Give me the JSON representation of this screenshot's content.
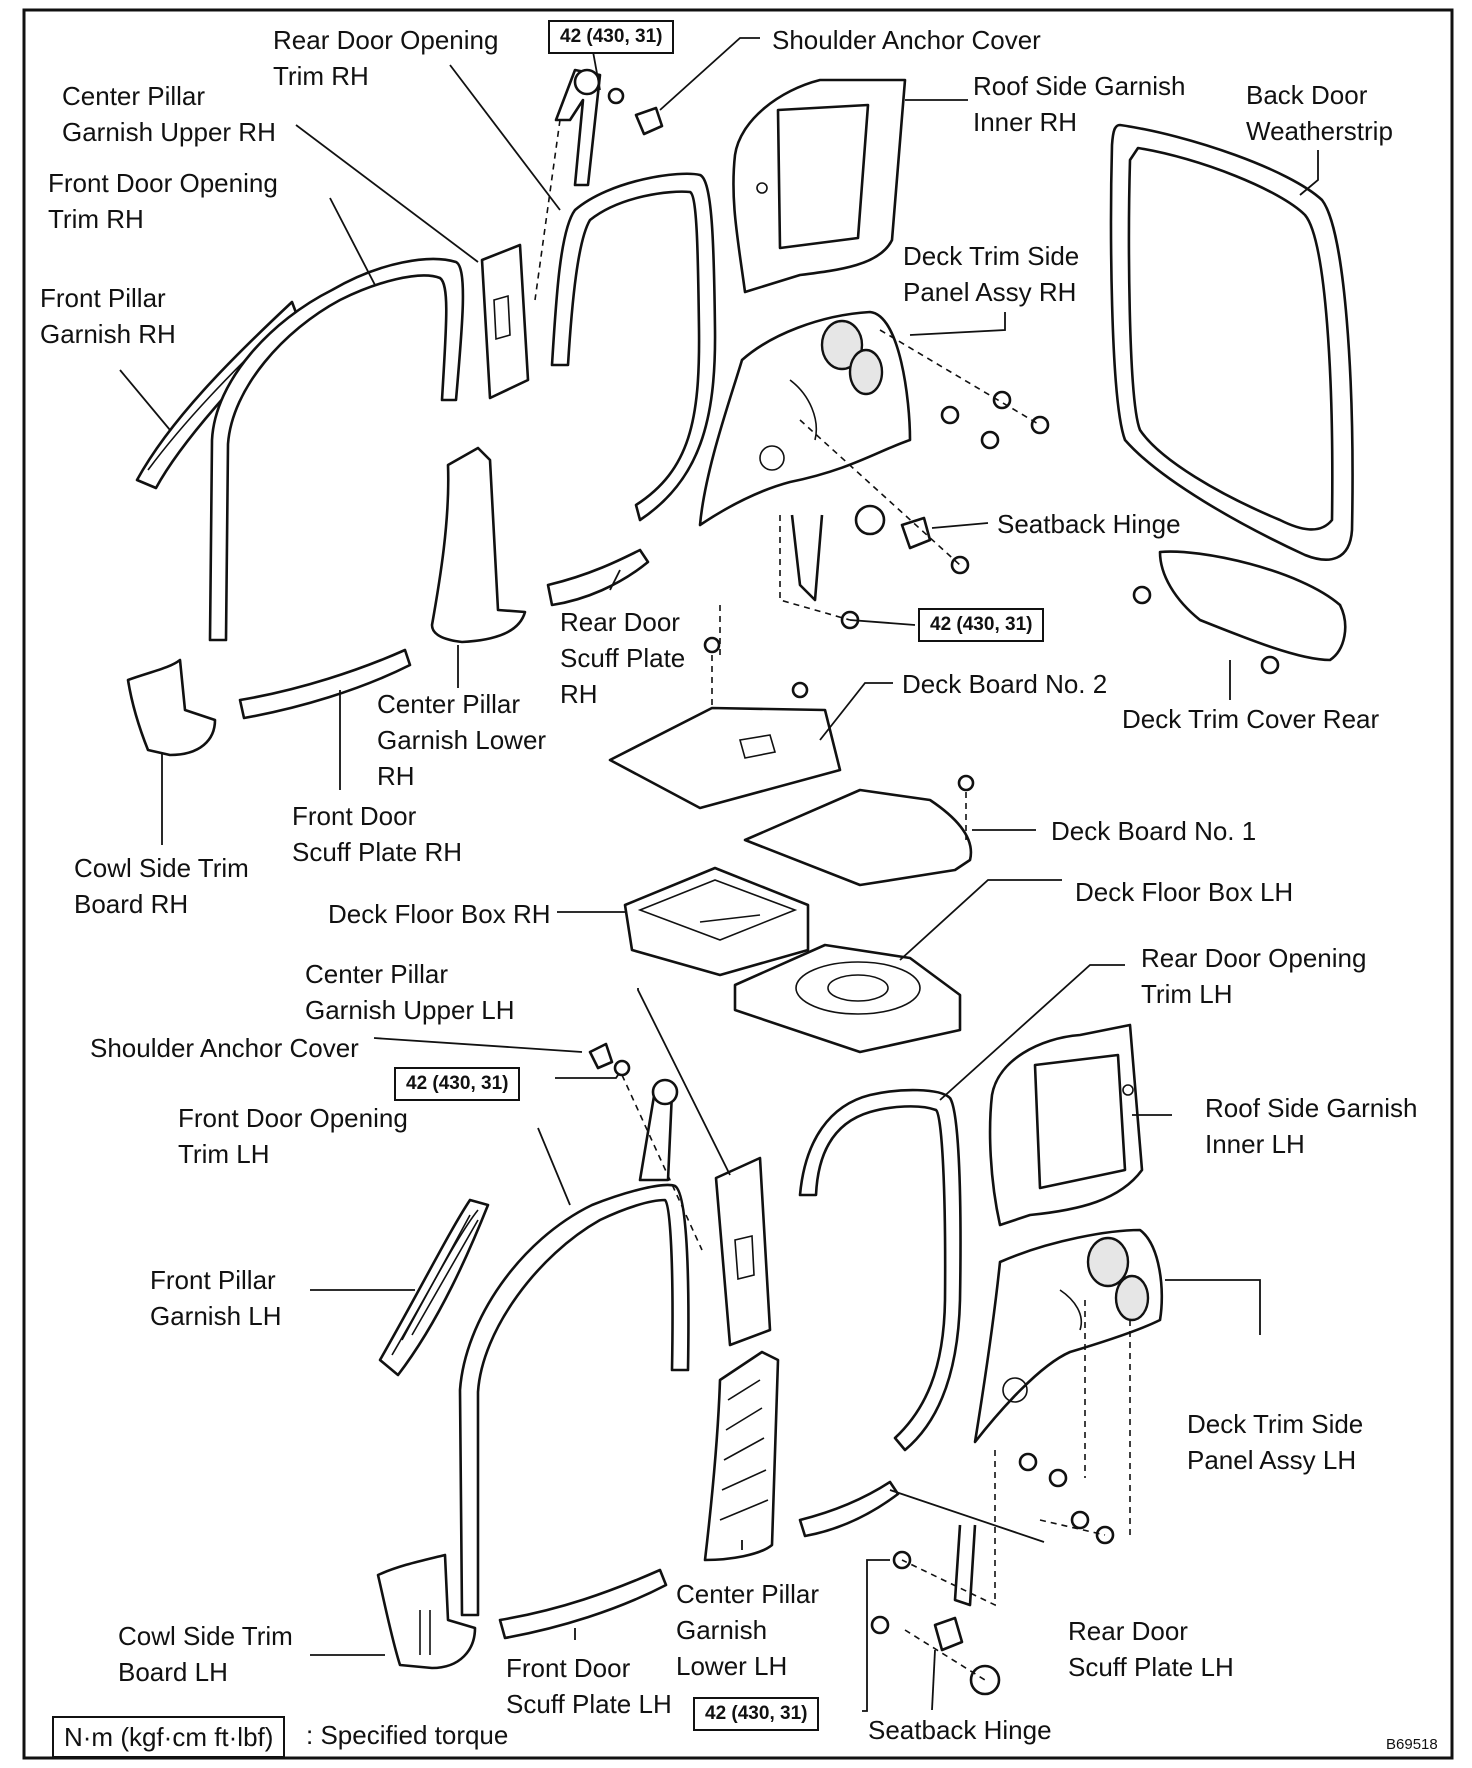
{
  "labels": {
    "rear_door_opening_trim_rh": "Rear Door Opening\nTrim RH",
    "center_pillar_garnish_upper_rh": "Center Pillar\nGarnish Upper RH",
    "front_door_opening_trim_rh": "Front Door Opening\nTrim RH",
    "front_pillar_garnish_rh": "Front Pillar\nGarnish RH",
    "shoulder_anchor_cover_rh": "Shoulder Anchor Cover",
    "roof_side_garnish_inner_rh": "Roof Side Garnish\nInner RH",
    "back_door_weatherstrip": "Back Door\nWeatherstrip",
    "deck_trim_side_panel_assy_rh": "Deck Trim Side\nPanel Assy RH",
    "seatback_hinge_rh": "Seatback Hinge",
    "rear_door_scuff_plate_rh": "Rear Door\nScuff Plate\nRH",
    "center_pillar_garnish_lower_rh": "Center Pillar\nGarnish Lower\nRH",
    "front_door_scuff_plate_rh": "Front Door\nScuff Plate RH",
    "cowl_side_trim_board_rh": "Cowl Side Trim\nBoard RH",
    "deck_board_no2": "Deck Board No. 2",
    "deck_trim_cover_rear": "Deck Trim Cover Rear",
    "deck_board_no1": "Deck Board No. 1",
    "deck_floor_box_rh": "Deck Floor Box RH",
    "deck_floor_box_lh": "Deck Floor Box LH",
    "center_pillar_garnish_upper_lh": "Center Pillar\nGarnish Upper LH",
    "rear_door_opening_trim_lh": "Rear Door Opening\nTrim LH",
    "shoulder_anchor_cover_lh": "Shoulder Anchor Cover",
    "roof_side_garnish_inner_lh": "Roof Side Garnish\nInner LH",
    "front_door_opening_trim_lh": "Front Door Opening\nTrim LH",
    "front_pillar_garnish_lh": "Front Pillar\nGarnish LH",
    "deck_trim_side_panel_assy_lh": "Deck Trim Side\nPanel Assy LH",
    "rear_door_scuff_plate_lh": "Rear Door\nScuff Plate LH",
    "cowl_side_trim_board_lh": "Cowl Side Trim\nBoard LH",
    "front_door_scuff_plate_lh": "Front Door\nScuff Plate LH",
    "center_pillar_garnish_lower_lh": "Center Pillar\nGarnish\nLower LH",
    "seatback_hinge_lh": "Seatback Hinge"
  },
  "torque": {
    "top": "42 (430, 31)",
    "rh_lower": "42 (430, 31)",
    "lh_upper": "42 (430, 31)",
    "lh_lower": "42 (430, 31)"
  },
  "legend": {
    "unit": "N·m (kgf·cm ft·lbf)",
    "text": ": Specified torque"
  },
  "figure_code": "B69518"
}
